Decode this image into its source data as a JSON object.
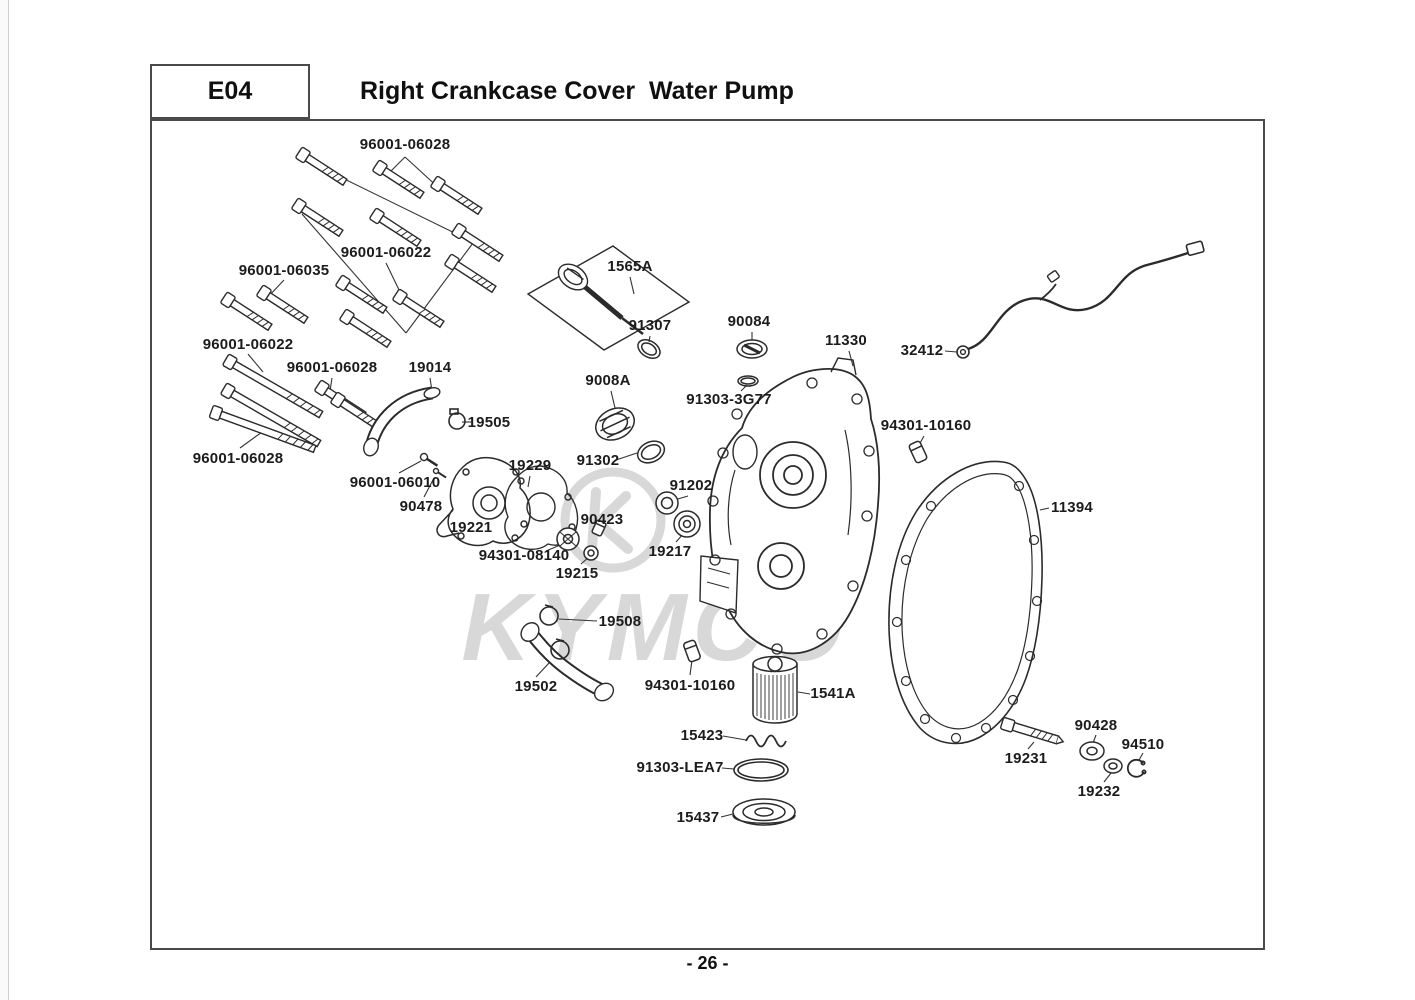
{
  "header": {
    "code": "E04",
    "title": "Right Crankcase Cover  Water Pump"
  },
  "footer": {
    "page_number": "- 26 -"
  },
  "watermark": {
    "brand": "KYMCO"
  },
  "labels": [
    {
      "text": "96001-06028"
    },
    {
      "text": "96001-06022"
    },
    {
      "text": "96001-06035"
    },
    {
      "text": "96001-06022"
    },
    {
      "text": "96001-06028"
    },
    {
      "text": "19014"
    },
    {
      "text": "19505"
    },
    {
      "text": "96001-06028"
    },
    {
      "text": "96001-06010"
    },
    {
      "text": "90478"
    },
    {
      "text": "19229"
    },
    {
      "text": "19221"
    },
    {
      "text": "94301-08140"
    },
    {
      "text": "19215"
    },
    {
      "text": "90423"
    },
    {
      "text": "9008A"
    },
    {
      "text": "91302"
    },
    {
      "text": "1565A"
    },
    {
      "text": "91307"
    },
    {
      "text": "91202"
    },
    {
      "text": "19217"
    },
    {
      "text": "90084"
    },
    {
      "text": "91303-3G77"
    },
    {
      "text": "11330"
    },
    {
      "text": "32412"
    },
    {
      "text": "94301-10160"
    },
    {
      "text": "11394"
    },
    {
      "text": "19508"
    },
    {
      "text": "19502"
    },
    {
      "text": "94301-10160"
    },
    {
      "text": "1541A"
    },
    {
      "text": "15423"
    },
    {
      "text": "91303-LEA7"
    },
    {
      "text": "15437"
    },
    {
      "text": "19231"
    },
    {
      "text": "90428"
    },
    {
      "text": "94510"
    },
    {
      "text": "19232"
    }
  ]
}
